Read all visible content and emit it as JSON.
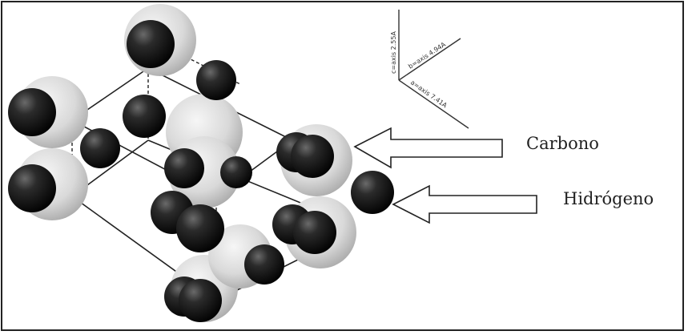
{
  "labels": {
    "carbon": "Carbono",
    "hydrogen": "Hidrógeno"
  },
  "axes": {
    "c": "c=axis 2.55A",
    "b": "b=axis 4.94A",
    "a": "a=axis 7.41A"
  },
  "colors": {
    "frame": "#222222",
    "hydrogen_dark": "#0d0d0d",
    "carbon_light": "#dcdcdc"
  }
}
